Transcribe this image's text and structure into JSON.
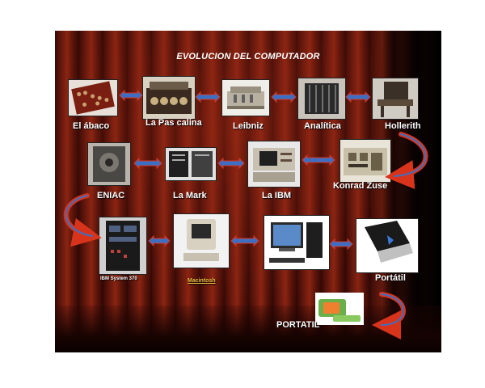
{
  "title": "EVOLUCION DEL COMPUTADOR",
  "nodes": {
    "abaco": "El ábaco",
    "pascalina": "La Pas calina",
    "leibniz": "Leibniz",
    "analitica": "Analítica",
    "hollerith": "Hollerith",
    "konrad": "Konrad Zuse",
    "ibm": "La IBM",
    "mark": "La Mark",
    "eniac": "ENIAC",
    "ibm370": "IBM System 370",
    "macintosh": "Macintosh",
    "portatil": "Portátil",
    "portatil2": "PORTATIL"
  },
  "colors": {
    "arrow_blue": "#3c6fc4",
    "arrow_red": "#d8341c",
    "curtain_dark": "#3a0a06",
    "curtain_light": "#8a2412"
  }
}
